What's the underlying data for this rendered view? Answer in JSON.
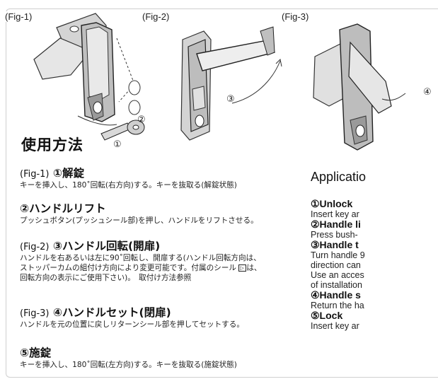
{
  "figures": {
    "fig1_label": "(Fig-1)",
    "fig2_label": "(Fig-2)",
    "fig3_label": "(Fig-3)",
    "callouts": {
      "c1": "①",
      "c2": "②",
      "c3": "③",
      "c4": "④"
    }
  },
  "jp": {
    "title": "使用方法",
    "s1": {
      "prefix": "(Fig-1)",
      "heading": "①解錠",
      "body": [
        "キーを挿入し、180˚回転(右方向)する。キーを抜取る(解錠状態)"
      ]
    },
    "s2": {
      "heading": "②ハンドルリフト",
      "body": [
        "プッシュボタン(プッシュシール部)を押し、ハンドルをリフトさせる。"
      ]
    },
    "s3": {
      "prefix": "(Fig-2)",
      "heading": "③ハンドル回転(開扉)",
      "body": [
        "ハンドルを右あるいは左に90˚回転し、開扉する(ハンドル回転方向は、",
        "ストッパーカムの組付け方向により変更可能です。付属のシール ",
        "回転方向の表示にご使用下さい)。　取付け方法参照"
      ],
      "seal_suffix": "は、"
    },
    "s4": {
      "prefix": "(Fig-3)",
      "heading": "④ハンドルセット(閉扉)",
      "body": [
        "ハンドルを元の位置に戻しリターンシール部を押してセットする。"
      ]
    },
    "s5": {
      "heading": "⑤施錠",
      "body": [
        "キーを挿入し、180˚回転(左方向)する。キーを抜取る(施錠状態)"
      ]
    }
  },
  "en": {
    "title": "Applicatio",
    "lines": [
      {
        "kind": "hd",
        "text": "①Unlock"
      },
      {
        "kind": "bd",
        "text": "Insert key ar"
      },
      {
        "kind": "hd",
        "text": "②Handle li"
      },
      {
        "kind": "bd",
        "text": "Press bush-"
      },
      {
        "kind": "hd",
        "text": "③Handle t"
      },
      {
        "kind": "bd",
        "text": "Turn handle 9"
      },
      {
        "kind": "bd",
        "text": "direction can"
      },
      {
        "kind": "bd",
        "text": "Use an acces"
      },
      {
        "kind": "bd",
        "text": "of installation"
      },
      {
        "kind": "hd",
        "text": "④Handle s"
      },
      {
        "kind": "bd",
        "text": "Return the ha"
      },
      {
        "kind": "hd",
        "text": "⑤Lock"
      },
      {
        "kind": "bd",
        "text": "Insert key ar"
      }
    ]
  }
}
